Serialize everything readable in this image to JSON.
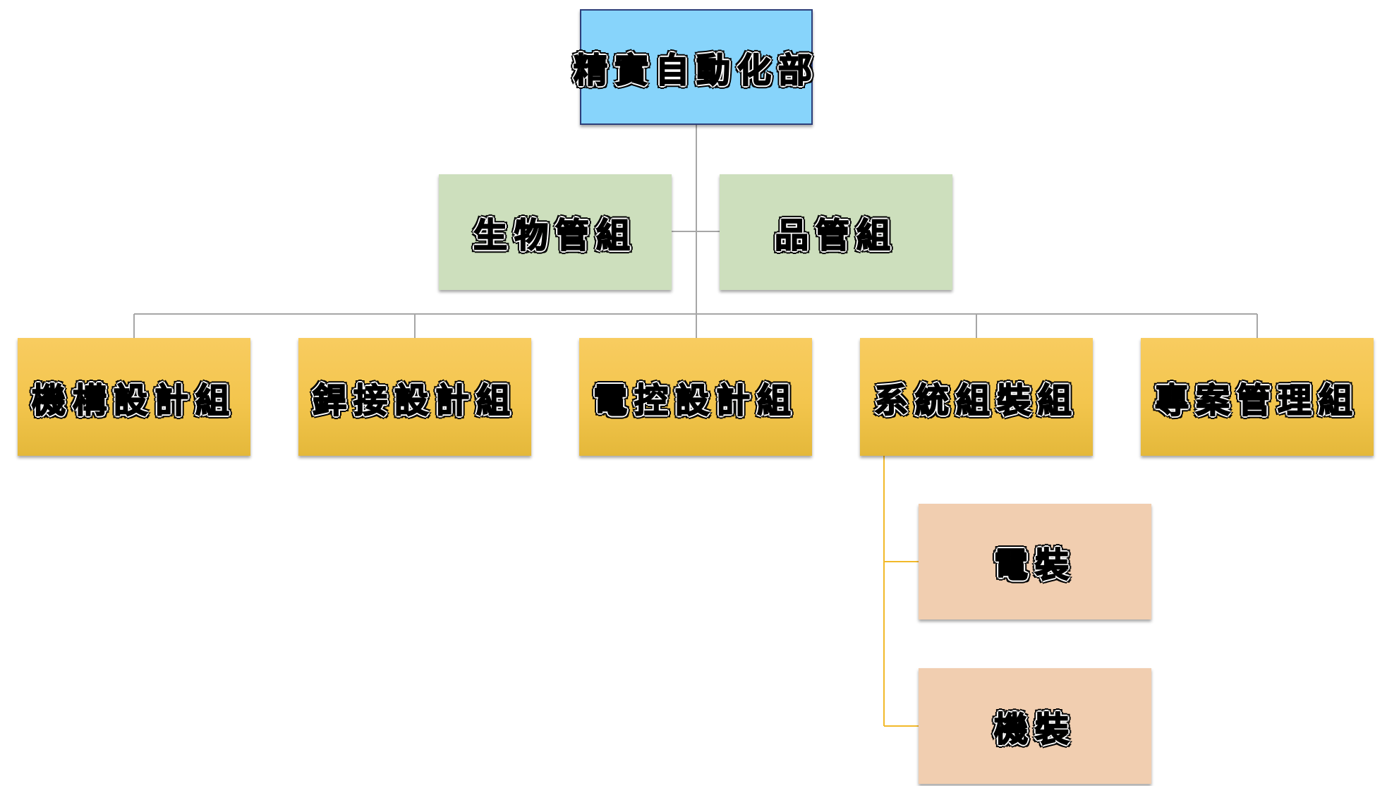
{
  "org_chart": {
    "root": {
      "label": "精實自動化部",
      "color": "#87d4fb"
    },
    "support_units": [
      {
        "label": "生物管組",
        "color": "#cddfbd"
      },
      {
        "label": "品管組",
        "color": "#cddfbd"
      }
    ],
    "groups": [
      {
        "label": "機構設計組",
        "color": "#f3c54d"
      },
      {
        "label": "銲接設計組",
        "color": "#f3c54d"
      },
      {
        "label": "電控設計組",
        "color": "#f3c54d"
      },
      {
        "label": "系統組裝組",
        "color": "#f3c54d"
      },
      {
        "label": "專案管理組",
        "color": "#f3c54d"
      }
    ],
    "sub_units_of_group_4": [
      {
        "label": "電裝",
        "color": "#f1ceb0"
      },
      {
        "label": "機裝",
        "color": "#f1ceb0"
      }
    ],
    "connector_color": "#a6a6a6",
    "sub_connector_color": "#f2b92a"
  }
}
